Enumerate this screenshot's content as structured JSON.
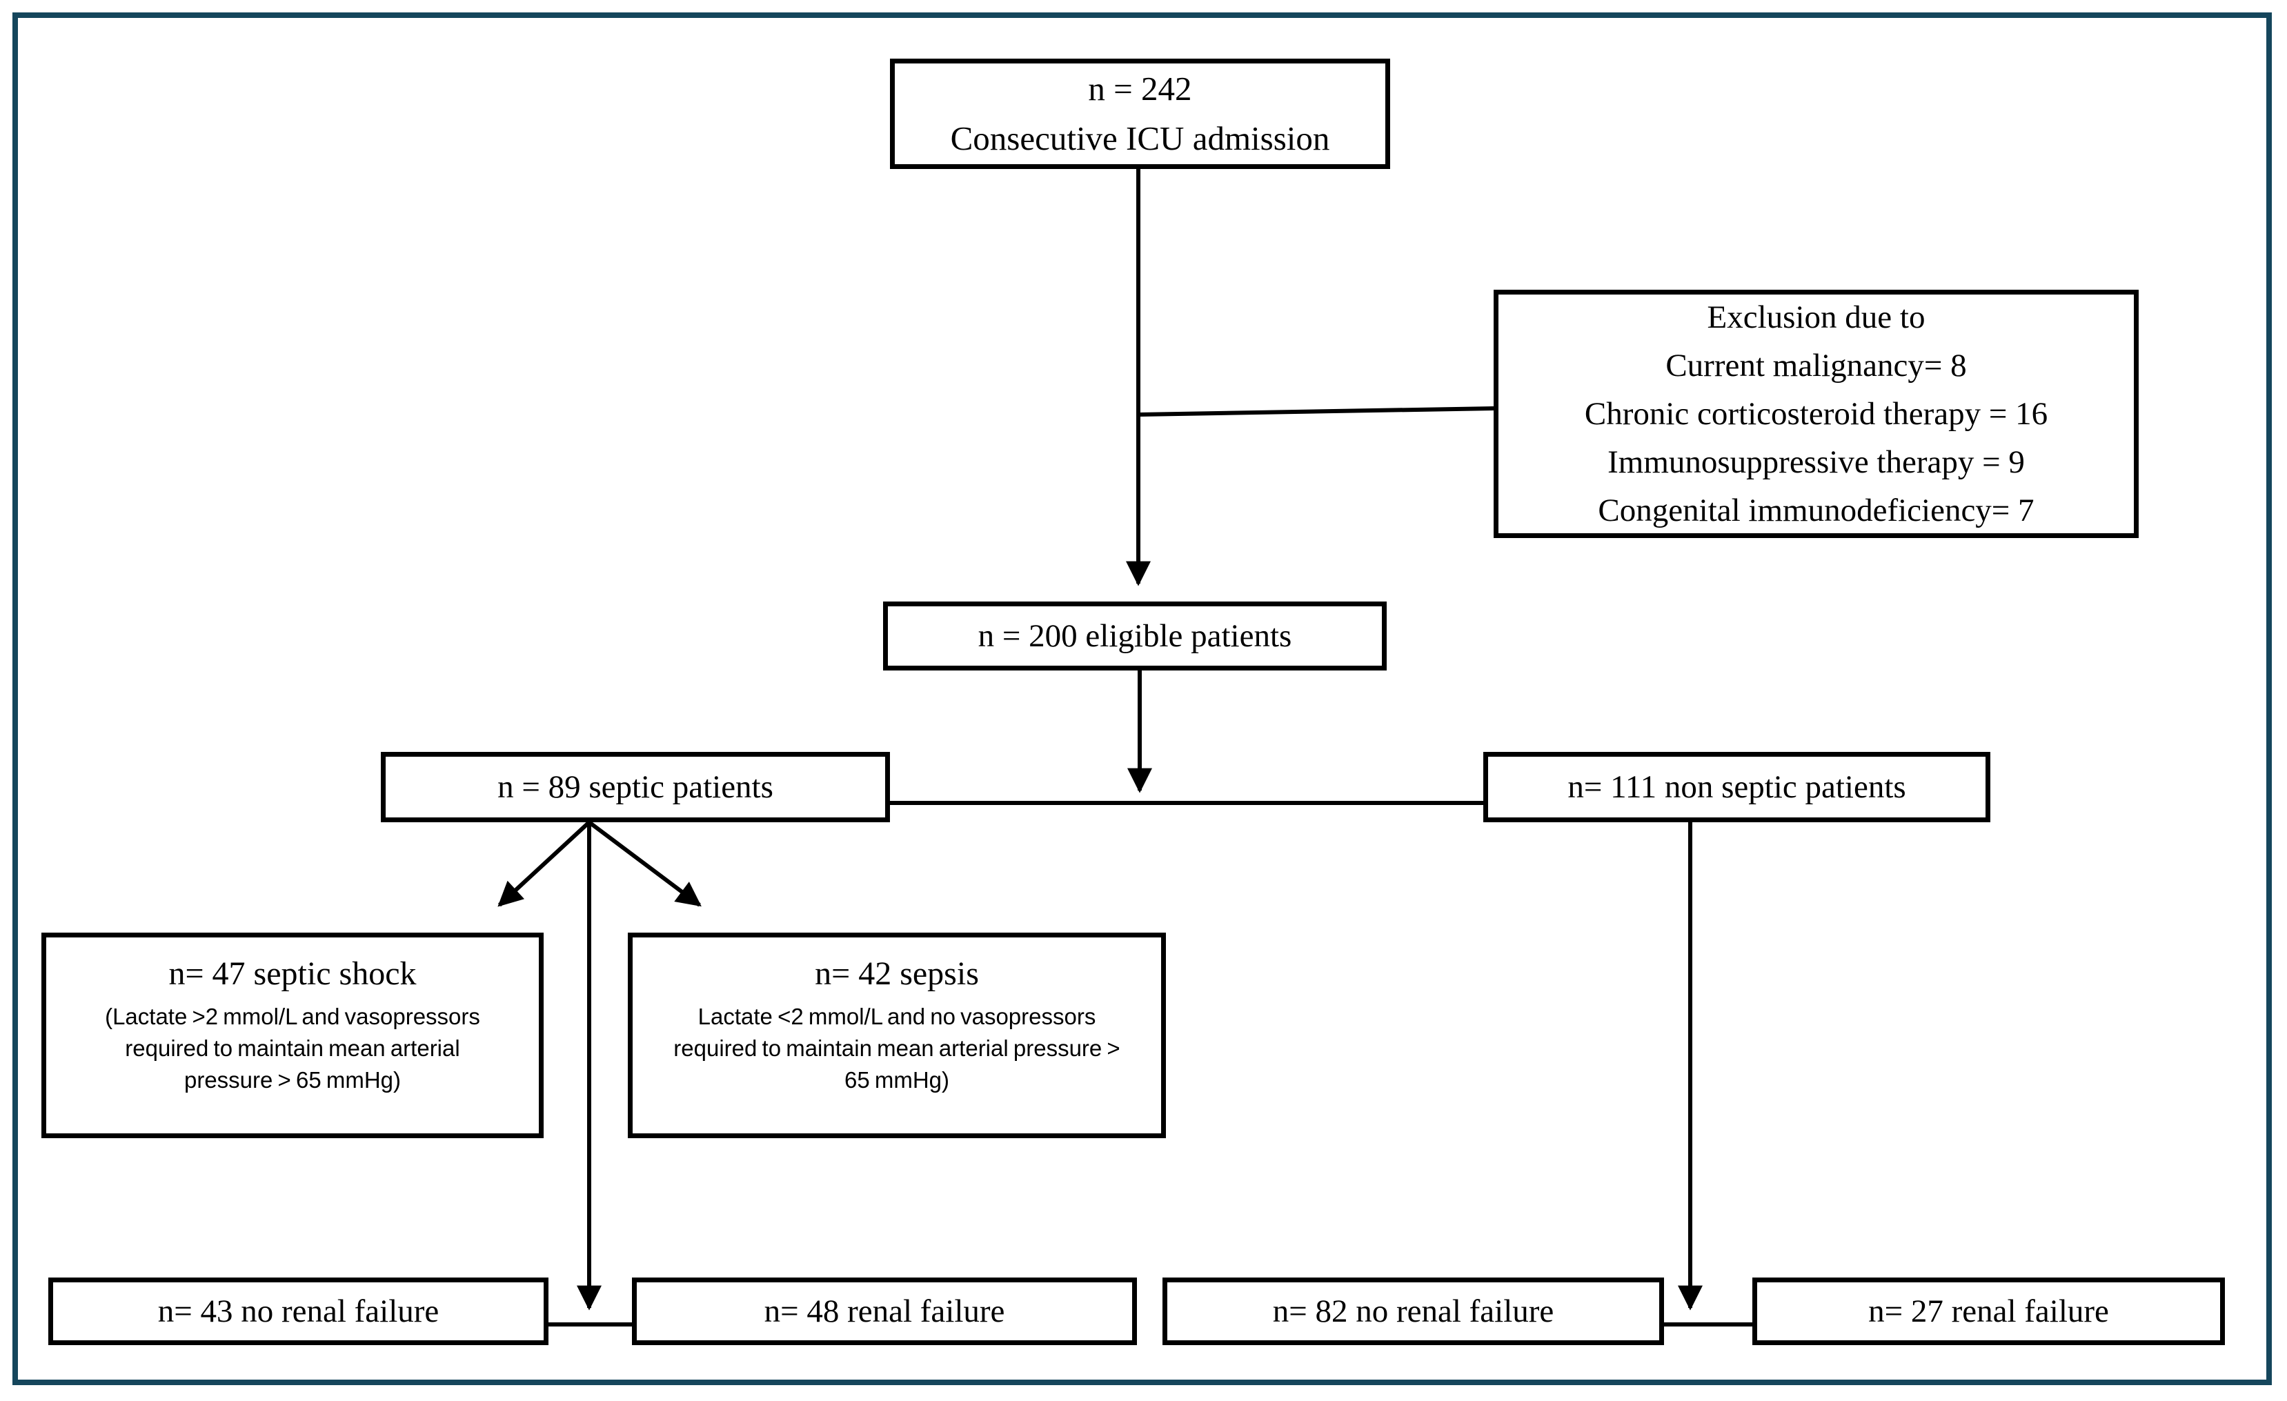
{
  "frame_color": "#15465c",
  "line_color": "#000000",
  "boxes": {
    "admission": {
      "lines": [
        "n = 242",
        "Consecutive ICU admission"
      ]
    },
    "exclusion": {
      "lines": [
        "Exclusion due to",
        "Current malignancy= 8",
        "Chronic corticosteroid therapy = 16",
        "Immunosuppressive therapy = 9",
        "Congenital immunodeficiency= 7"
      ]
    },
    "eligible": {
      "lines": [
        "n = 200 eligible patients"
      ]
    },
    "septic": {
      "lines": [
        "n = 89 septic patients"
      ]
    },
    "nonseptic": {
      "lines": [
        "n= 111 non septic patients"
      ]
    },
    "septic_shock": {
      "title": "n= 47 septic shock",
      "sub": [
        "(Lactate >2 mmol/L and vasopressors",
        "required to maintain mean arterial",
        "pressure > 65 mmHg)"
      ]
    },
    "sepsis": {
      "title": "n= 42 sepsis",
      "sub": [
        "Lactate <2 mmol/L and no vasopressors",
        "required to maintain mean arterial pressure >",
        "65 mmHg)"
      ]
    },
    "septic_no_renal": {
      "lines": [
        "n= 43 no renal failure"
      ]
    },
    "septic_renal": {
      "lines": [
        "n= 48 renal failure"
      ]
    },
    "nonseptic_no_renal": {
      "lines": [
        "n= 82 no renal failure"
      ]
    },
    "nonseptic_renal": {
      "lines": [
        "n= 27 renal failure"
      ]
    }
  }
}
